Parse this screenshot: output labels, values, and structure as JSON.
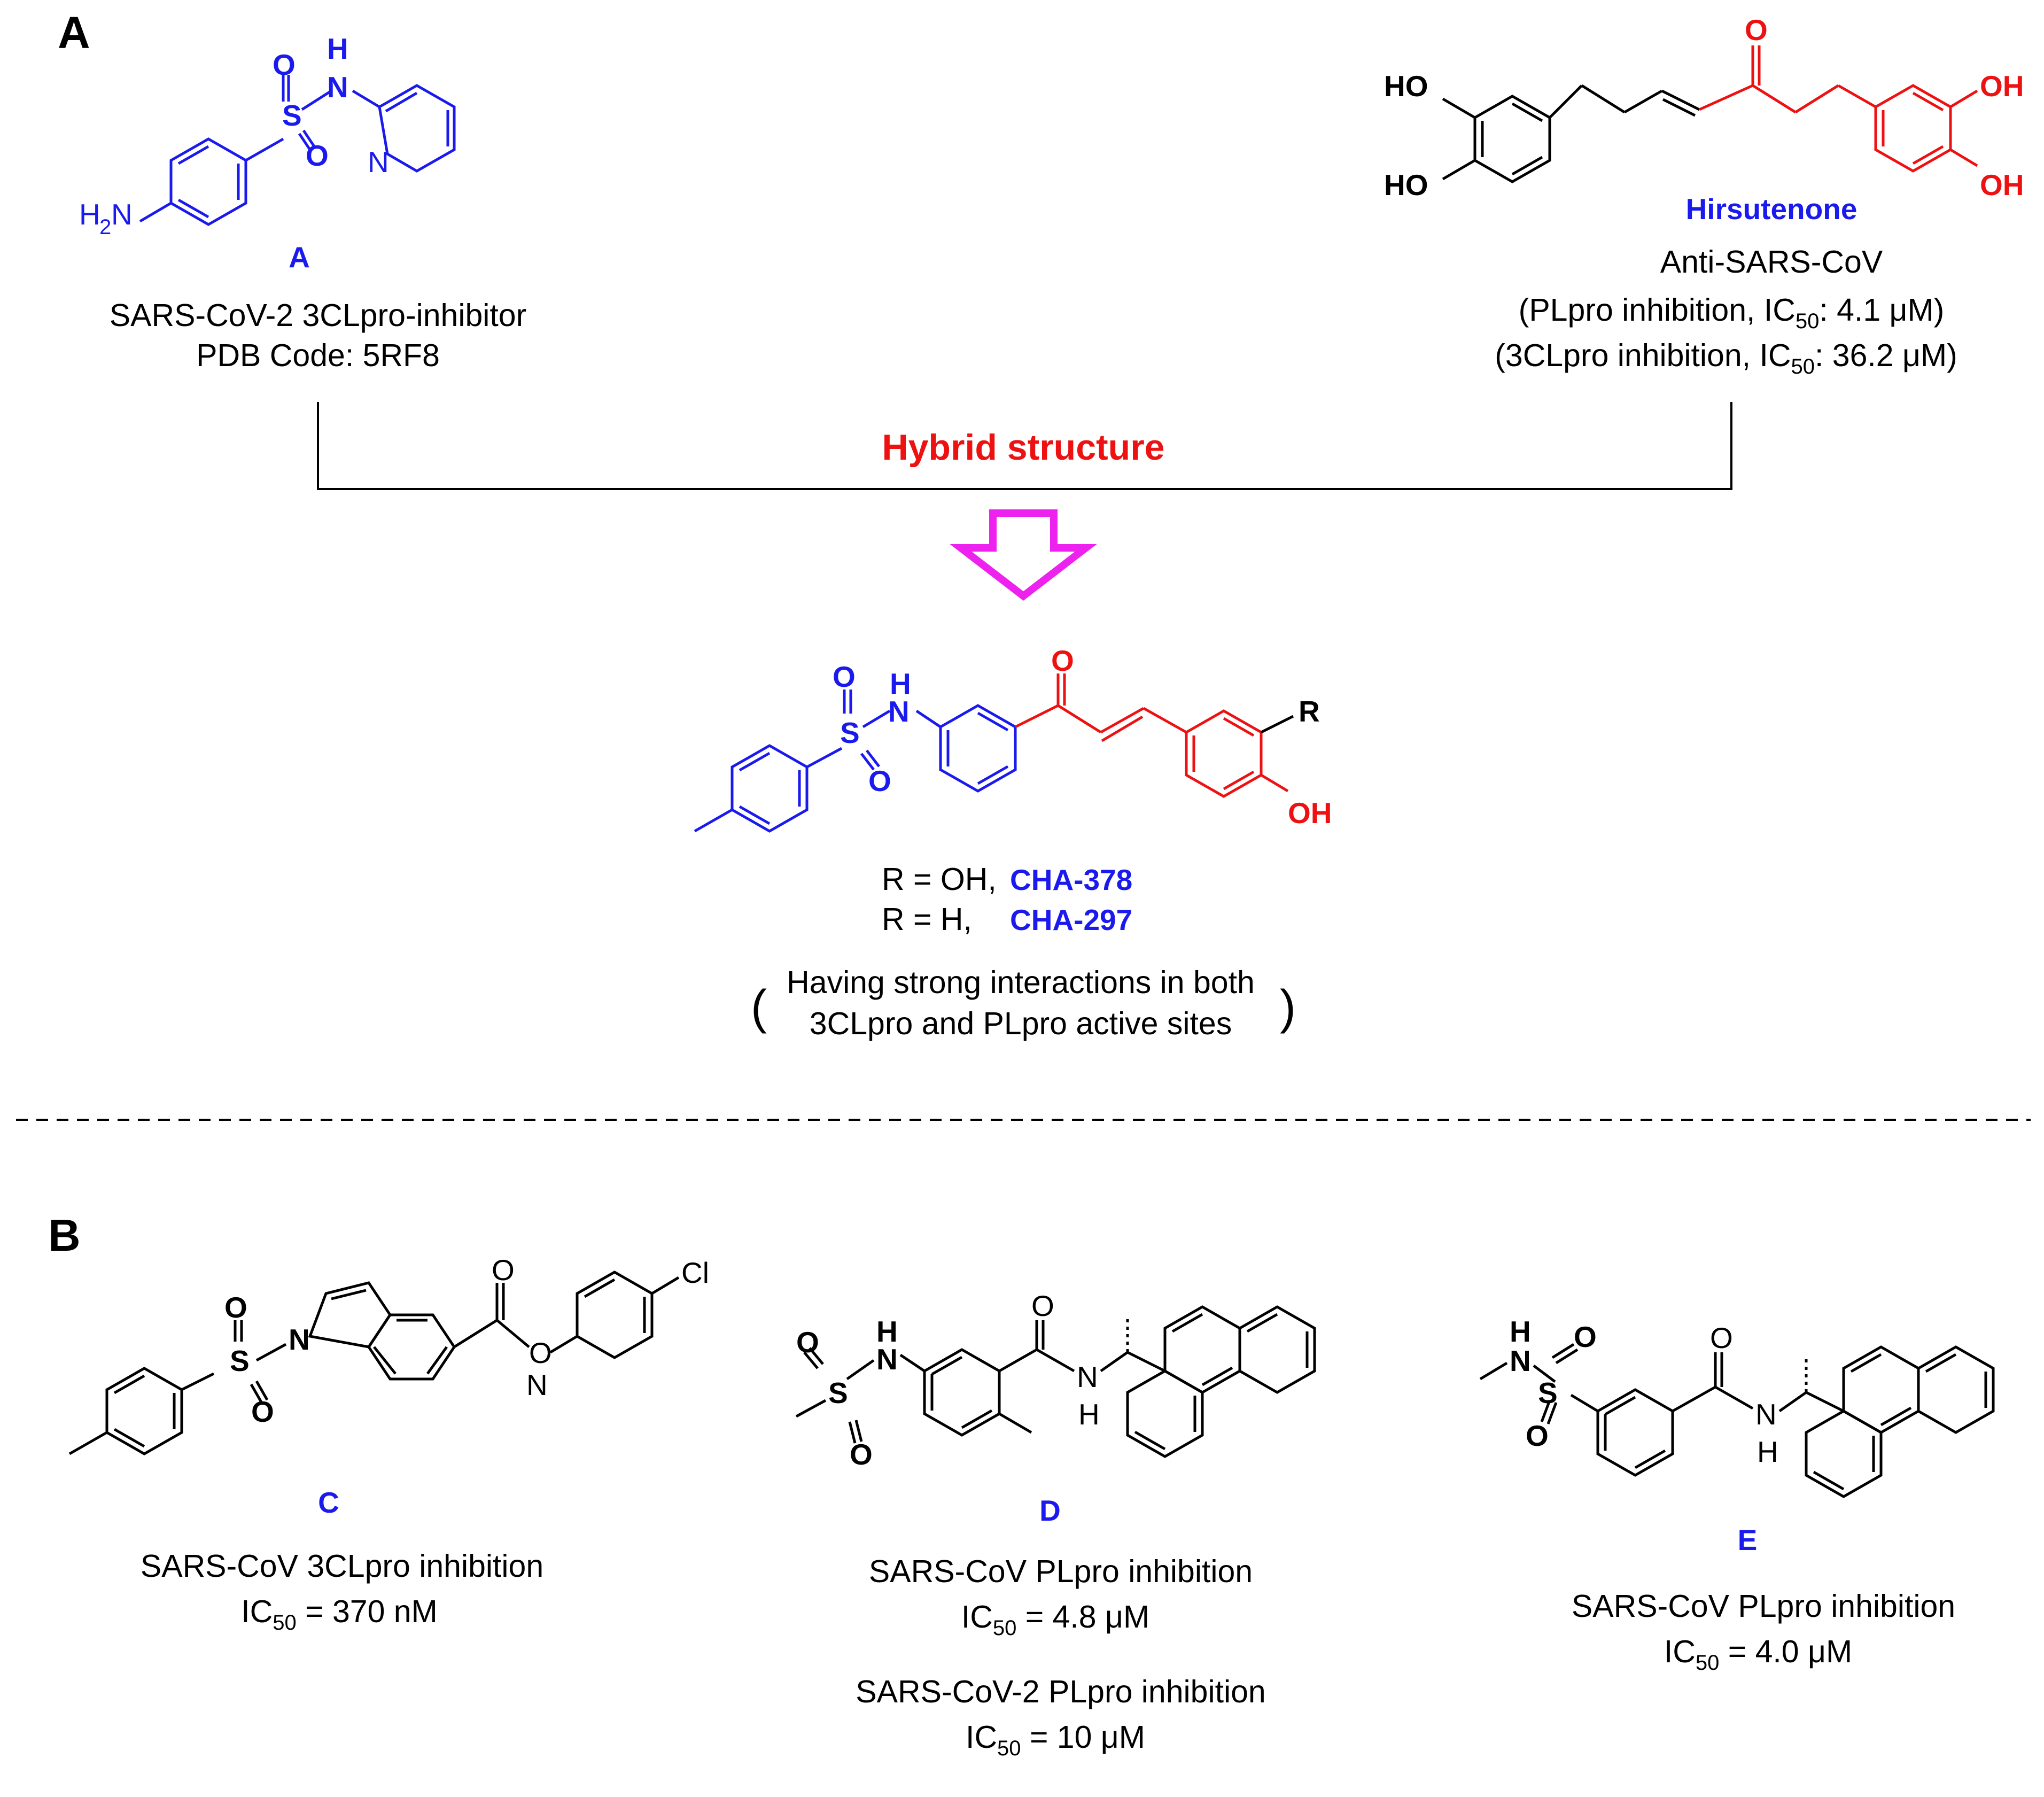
{
  "panels": {
    "a": "A",
    "b": "B"
  },
  "colors": {
    "blue": "#1a1aee",
    "red": "#ee1111",
    "magenta": "#ee22ee",
    "black": "#000000"
  },
  "top": {
    "cpd_a": {
      "label": "A",
      "line1": "SARS-CoV-2 3CLpro-inhibitor",
      "line2": "PDB Code: 5RF8"
    },
    "hirsutenone": {
      "label": "Hirsutenone",
      "line1": "Anti-SARS-CoV",
      "line2_pre": "(PLpro inhibition, IC",
      "line2_sub": "50",
      "line2_post": ": 4.1 μM)",
      "line3_pre": "(3CLpro inhibition, IC",
      "line3_sub": "50",
      "line3_post": ": 36.2 μM)"
    },
    "hybrid_title": "Hybrid structure",
    "r_oh": "R = OH,",
    "cha378": "CHA-378",
    "r_h": "R = H,",
    "cha297": "CHA-297",
    "interactions_1": "Having strong interactions in both",
    "interactions_2": "3CLpro and PLpro active sites"
  },
  "bottom": {
    "c": {
      "label": "C",
      "line1": "SARS-CoV 3CLpro inhibition",
      "ic_pre": "IC",
      "ic_sub": "50",
      "ic_post": " = 370 nM"
    },
    "d": {
      "label": "D",
      "line1": "SARS-CoV PLpro inhibition",
      "ic_pre": "IC",
      "ic_sub": "50",
      "ic_post": " = 4.8 μM",
      "line3": "SARS-CoV-2 PLpro inhibition",
      "ic2_pre": "IC",
      "ic2_sub": "50",
      "ic2_post": " = 10 μM"
    },
    "e": {
      "label": "E",
      "line1": "SARS-CoV PLpro inhibition",
      "ic_pre": "IC",
      "ic_sub": "50",
      "ic_post": " = 4.0 μM"
    }
  },
  "atoms": {
    "O": "O",
    "S": "S",
    "N": "N",
    "NH_H": "H",
    "H2": "H",
    "two": "2",
    "HO": "HO",
    "OH": "OH",
    "R": "R",
    "Cl": "Cl"
  }
}
